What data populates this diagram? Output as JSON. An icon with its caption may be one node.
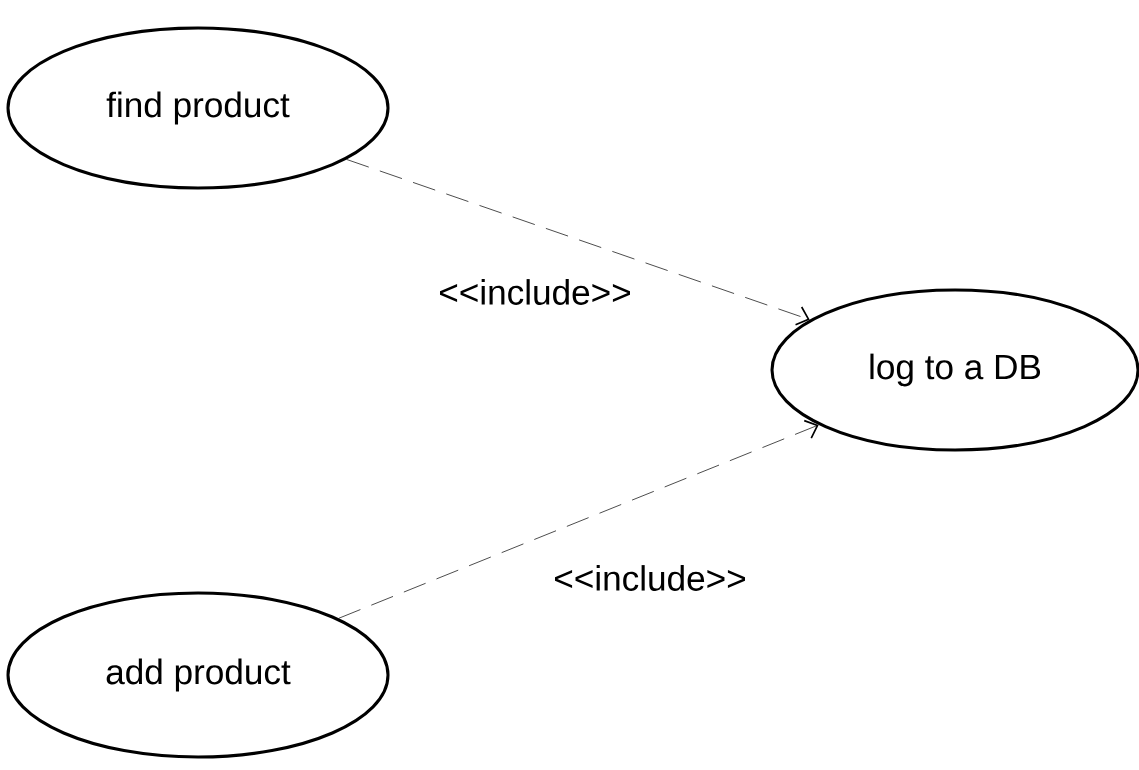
{
  "diagram": {
    "nodes": [
      {
        "text": [
          "find product"
        ]
      },
      {
        "text": [
          "log to a DB"
        ]
      },
      {
        "text": [
          "add product"
        ]
      }
    ],
    "edges": [
      {
        "from": 0,
        "to": 1,
        "arrow": "to",
        "style": "dashed",
        "label": "<<include>>"
      },
      {
        "from": 2,
        "to": 1,
        "arrow": "to",
        "style": "dashed",
        "label": "<<include>>"
      }
    ]
  }
}
